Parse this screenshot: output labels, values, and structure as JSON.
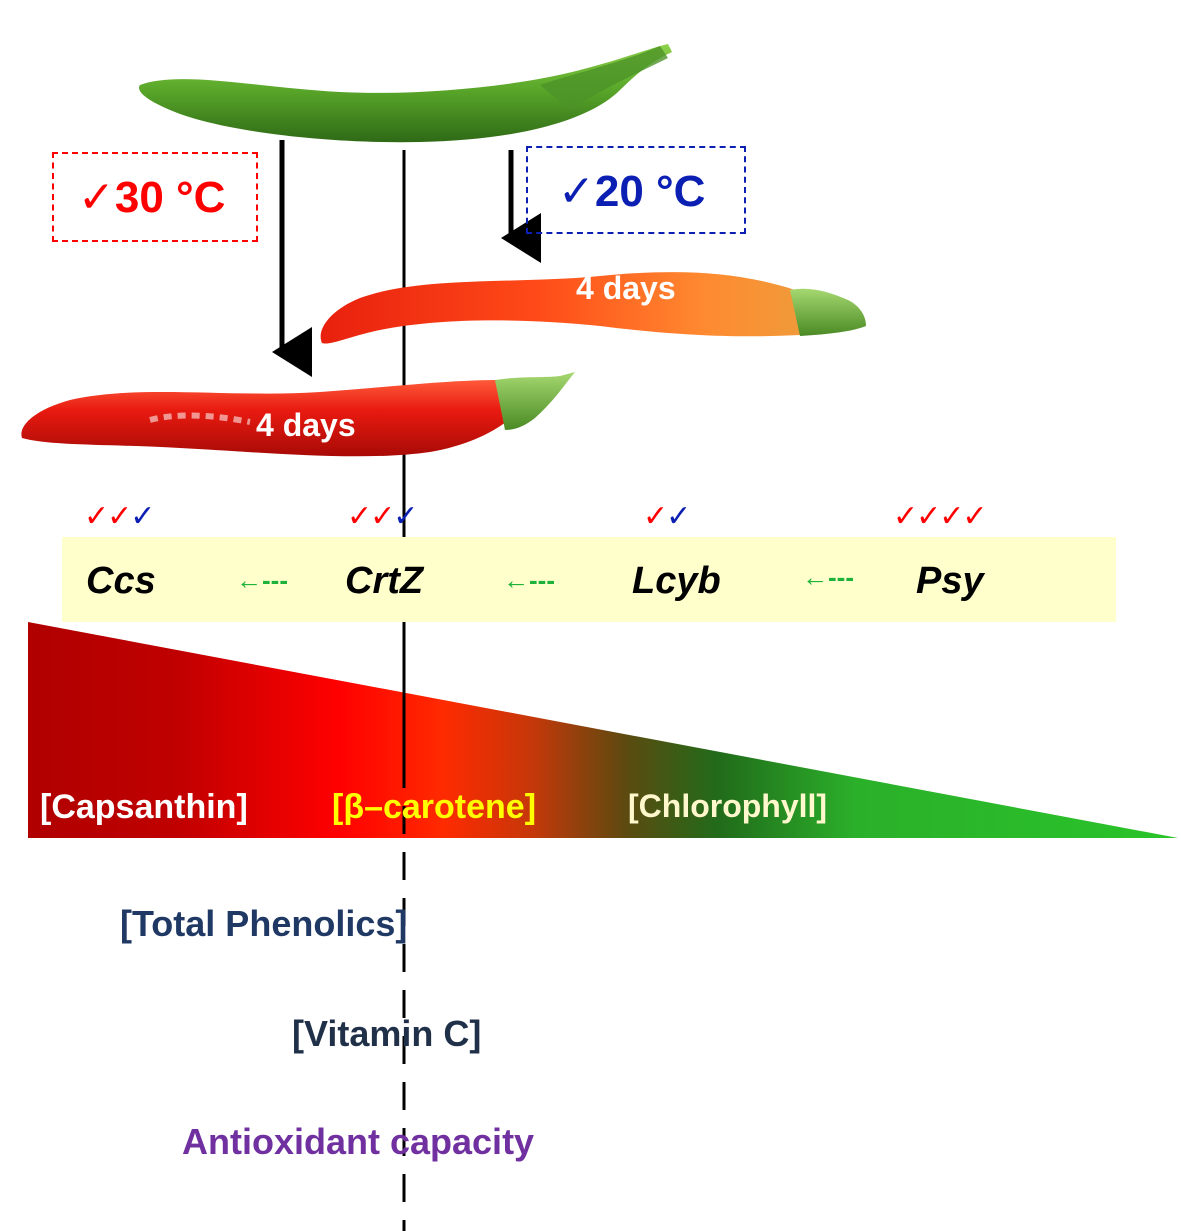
{
  "temperatures": {
    "high": {
      "check": "✓",
      "label": "30 °C",
      "color": "#ff0000"
    },
    "low": {
      "check": "✓",
      "label": "20 °C",
      "color": "#0b1fb3"
    }
  },
  "fruits": {
    "green": {
      "stage": ""
    },
    "red_30": {
      "duration": "4 days"
    },
    "orange_20": {
      "duration": "4 days"
    }
  },
  "pathway": {
    "arrow_glyph": "←---",
    "genes": [
      {
        "name": "Ccs",
        "checks": [
          {
            "c": "✓",
            "color": "#ff0000"
          },
          {
            "c": "✓",
            "color": "#ff0000"
          },
          {
            "c": "✓",
            "color": "#0b1fb3"
          }
        ]
      },
      {
        "name": "CrtZ",
        "checks": [
          {
            "c": "✓",
            "color": "#ff0000"
          },
          {
            "c": "✓",
            "color": "#ff0000"
          },
          {
            "c": "✓",
            "color": "#0b1fb3"
          }
        ]
      },
      {
        "name": "Lcyb",
        "checks": [
          {
            "c": "✓",
            "color": "#ff0000"
          },
          {
            "c": "✓",
            "color": "#0b1fb3"
          }
        ]
      },
      {
        "name": "Psy",
        "checks": [
          {
            "c": "✓",
            "color": "#ff0000"
          },
          {
            "c": "✓",
            "color": "#ff0000"
          },
          {
            "c": "✓",
            "color": "#ff0000"
          },
          {
            "c": "✓",
            "color": "#ff0000"
          }
        ]
      }
    ]
  },
  "pigments": {
    "capsanthin": {
      "label": "[Capsanthin]",
      "color": "#ffffff"
    },
    "beta_carotene": {
      "label": "[β–carotene]",
      "color": "#ffff00"
    },
    "chlorophyll": {
      "label": "[Chlorophyll]",
      "color": "#fff8cc"
    }
  },
  "other_measures": {
    "total_phenolics": {
      "label": "[Total Phenolics]",
      "color": "#1f3864"
    },
    "vitamin_c": {
      "label": "[Vitamin C]",
      "color": "#1f3048"
    },
    "antioxidant": {
      "label": "Antioxidant capacity",
      "color": "#7030a0"
    }
  },
  "colors": {
    "pathway_box": "#ffffcc",
    "arrow_green": "#1db33a",
    "gradient": [
      "#b00000",
      "#ff0000",
      "#ff2a00",
      "#2a6b1a",
      "#2ac42a"
    ]
  }
}
